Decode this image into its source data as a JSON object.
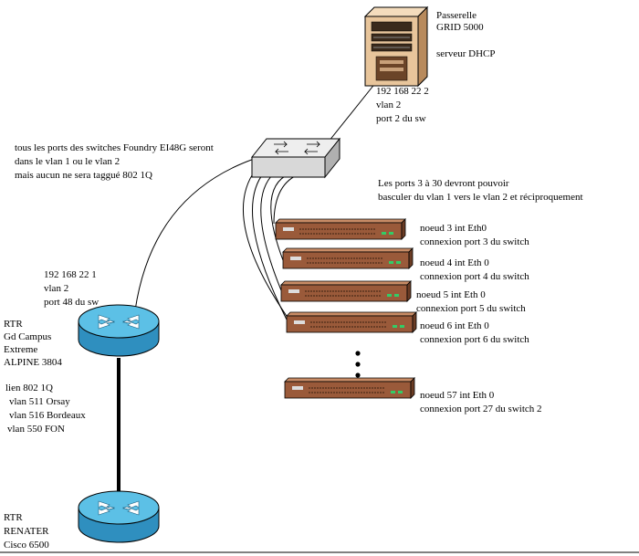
{
  "server": {
    "lines": [
      "Passerelle",
      "GRID 5000",
      "",
      "serveur DHCP"
    ],
    "addr_lines": [
      "192 168 22 2",
      "vlan 2",
      "port 2 du sw"
    ]
  },
  "switch_note": {
    "lines": [
      "tous les ports des switches Foundry EI48G seront",
      "dans le vlan 1 ou le vlan 2",
      "mais aucun ne sera taggué 802 1Q"
    ]
  },
  "ports_note": {
    "lines": [
      "Les ports 3 à 30 devront pouvoir",
      "basculer du vlan 1 vers le vlan 2 et réciproquement"
    ]
  },
  "nodes": [
    {
      "lines": [
        "noeud 3 int Eth0",
        "connexion port 3 du switch"
      ]
    },
    {
      "lines": [
        "noeud 4 int Eth 0",
        "connexion port 4 du switch"
      ]
    },
    {
      "lines": [
        "noeud 5 int Eth 0",
        "connexion port 5 du switch"
      ]
    },
    {
      "lines": [
        "noeud 6 int Eth 0",
        "connexion port 6 du switch"
      ]
    },
    {
      "lines": [
        "noeud 57 int Eth 0",
        "connexion port 27 du switch 2"
      ]
    }
  ],
  "router_link": {
    "lines": [
      "192 168 22 1",
      "vlan 2",
      "port 48 du sw"
    ]
  },
  "router1": {
    "lines": [
      "RTR",
      "Gd Campus",
      "Extreme",
      "ALPINE 3804"
    ]
  },
  "trunk": {
    "lines": [
      "lien 802 1Q",
      "  vlan 511 Orsay",
      "  vlan 516 Bordeaux",
      "vlan  550 FON"
    ]
  },
  "router2": {
    "lines": [
      "RTR",
      "RENATER",
      "Cisco 6500"
    ]
  },
  "colors": {
    "router_blue": "#3aa0cc",
    "router_top": "#5cc0e6",
    "node_brown": "#9a5a3a",
    "server_beige": "#e8c59b",
    "switch_gray": "#d8d8d8"
  }
}
